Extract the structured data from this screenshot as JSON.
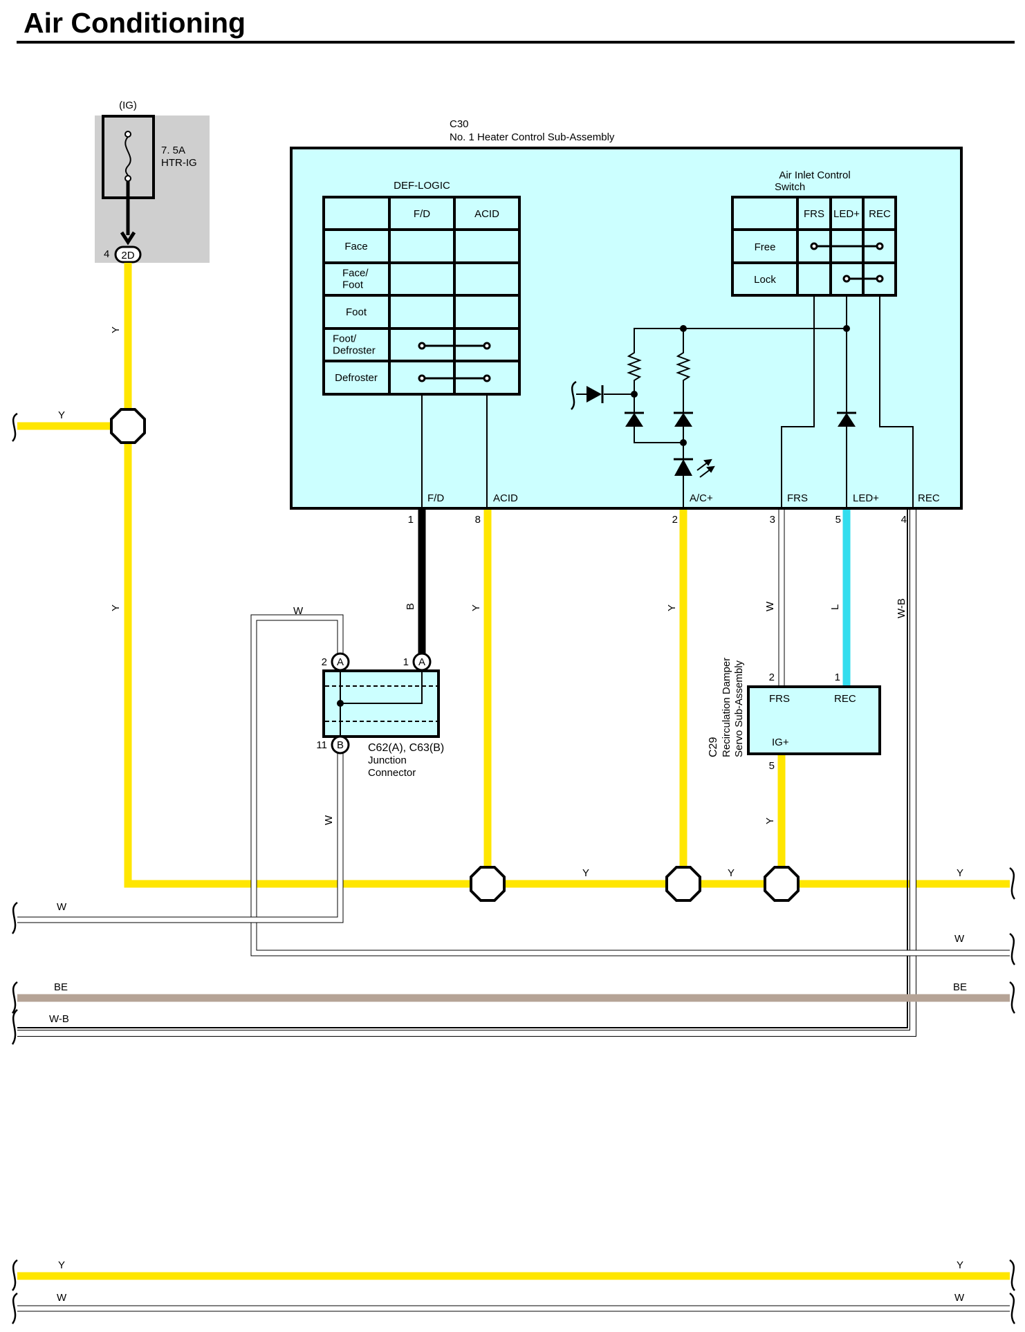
{
  "page": {
    "title": "Air Conditioning"
  },
  "colors": {
    "Y": "#ffe600",
    "B": "#000000",
    "L": "#33ddee",
    "BE": "#b5a396",
    "W": "#ffffff",
    "W-B": "#ffffff",
    "module_fill": "#ccffff",
    "fuse_box_fill": "#cfcfcf"
  },
  "fuse": {
    "tag": "(IG)",
    "rating": "7. 5A",
    "name": "HTR-IG",
    "pin": "4",
    "connector": "2D"
  },
  "heater_control": {
    "code": "C30",
    "name": "No.  1 Heater Control Sub-Assembly",
    "def_logic": {
      "title": "DEF-LOGIC",
      "columns": [
        "F/D",
        "ACID"
      ],
      "rows": [
        "Face",
        "Face/\nFoot",
        "Foot",
        "Foot/\nDefroster",
        "Defroster"
      ]
    },
    "air_inlet_switch": {
      "title": "Air Inlet Control\nSwitch",
      "columns": [
        "FRS",
        "LED+",
        "REC"
      ],
      "rows": [
        "Free",
        "Lock"
      ]
    },
    "terminals": [
      {
        "name": "F/D",
        "pin": "1",
        "wire": "B"
      },
      {
        "name": "ACID",
        "pin": "8",
        "wire": "Y"
      },
      {
        "name": "A/C+",
        "pin": "2",
        "wire": "Y"
      },
      {
        "name": "FRS",
        "pin": "3",
        "wire": "W"
      },
      {
        "name": "LED+",
        "pin": "5",
        "wire": "L"
      },
      {
        "name": "REC",
        "pin": "4",
        "wire": "W-B"
      }
    ]
  },
  "junction": {
    "code": "C62(A), C63(B)",
    "name": "Junction\nConnector",
    "pins": [
      {
        "pin": "2",
        "conn": "A"
      },
      {
        "pin": "1",
        "conn": "A"
      },
      {
        "pin": "11",
        "conn": "B"
      }
    ]
  },
  "damper": {
    "code": "C29",
    "name": "Recirculation Damper\nServo Sub-Assembly",
    "terminals": [
      {
        "name": "FRS",
        "pin": "2"
      },
      {
        "name": "REC",
        "pin": "1"
      },
      {
        "name": "IG+",
        "pin": "5"
      }
    ]
  },
  "wire_labels": {
    "fuse_out": "Y",
    "left_y": "Y",
    "left_y2": "Y",
    "loop_w": "W",
    "fd_b": "B",
    "acid_y": "Y",
    "ac_y": "Y",
    "frs_w": "W",
    "led_l": "L",
    "rec_wb": "W-B",
    "junc_w": "W",
    "damper_y": "Y",
    "bus_y1": "Y",
    "bus_y2": "Y",
    "bus_y_right": "Y",
    "w_left": "W",
    "w_right": "W",
    "be_left": "BE",
    "be_right": "BE",
    "wb_left": "W-B",
    "bottom_y_left": "Y",
    "bottom_y_right": "Y",
    "bottom_w_left": "W",
    "bottom_w_right": "W"
  }
}
